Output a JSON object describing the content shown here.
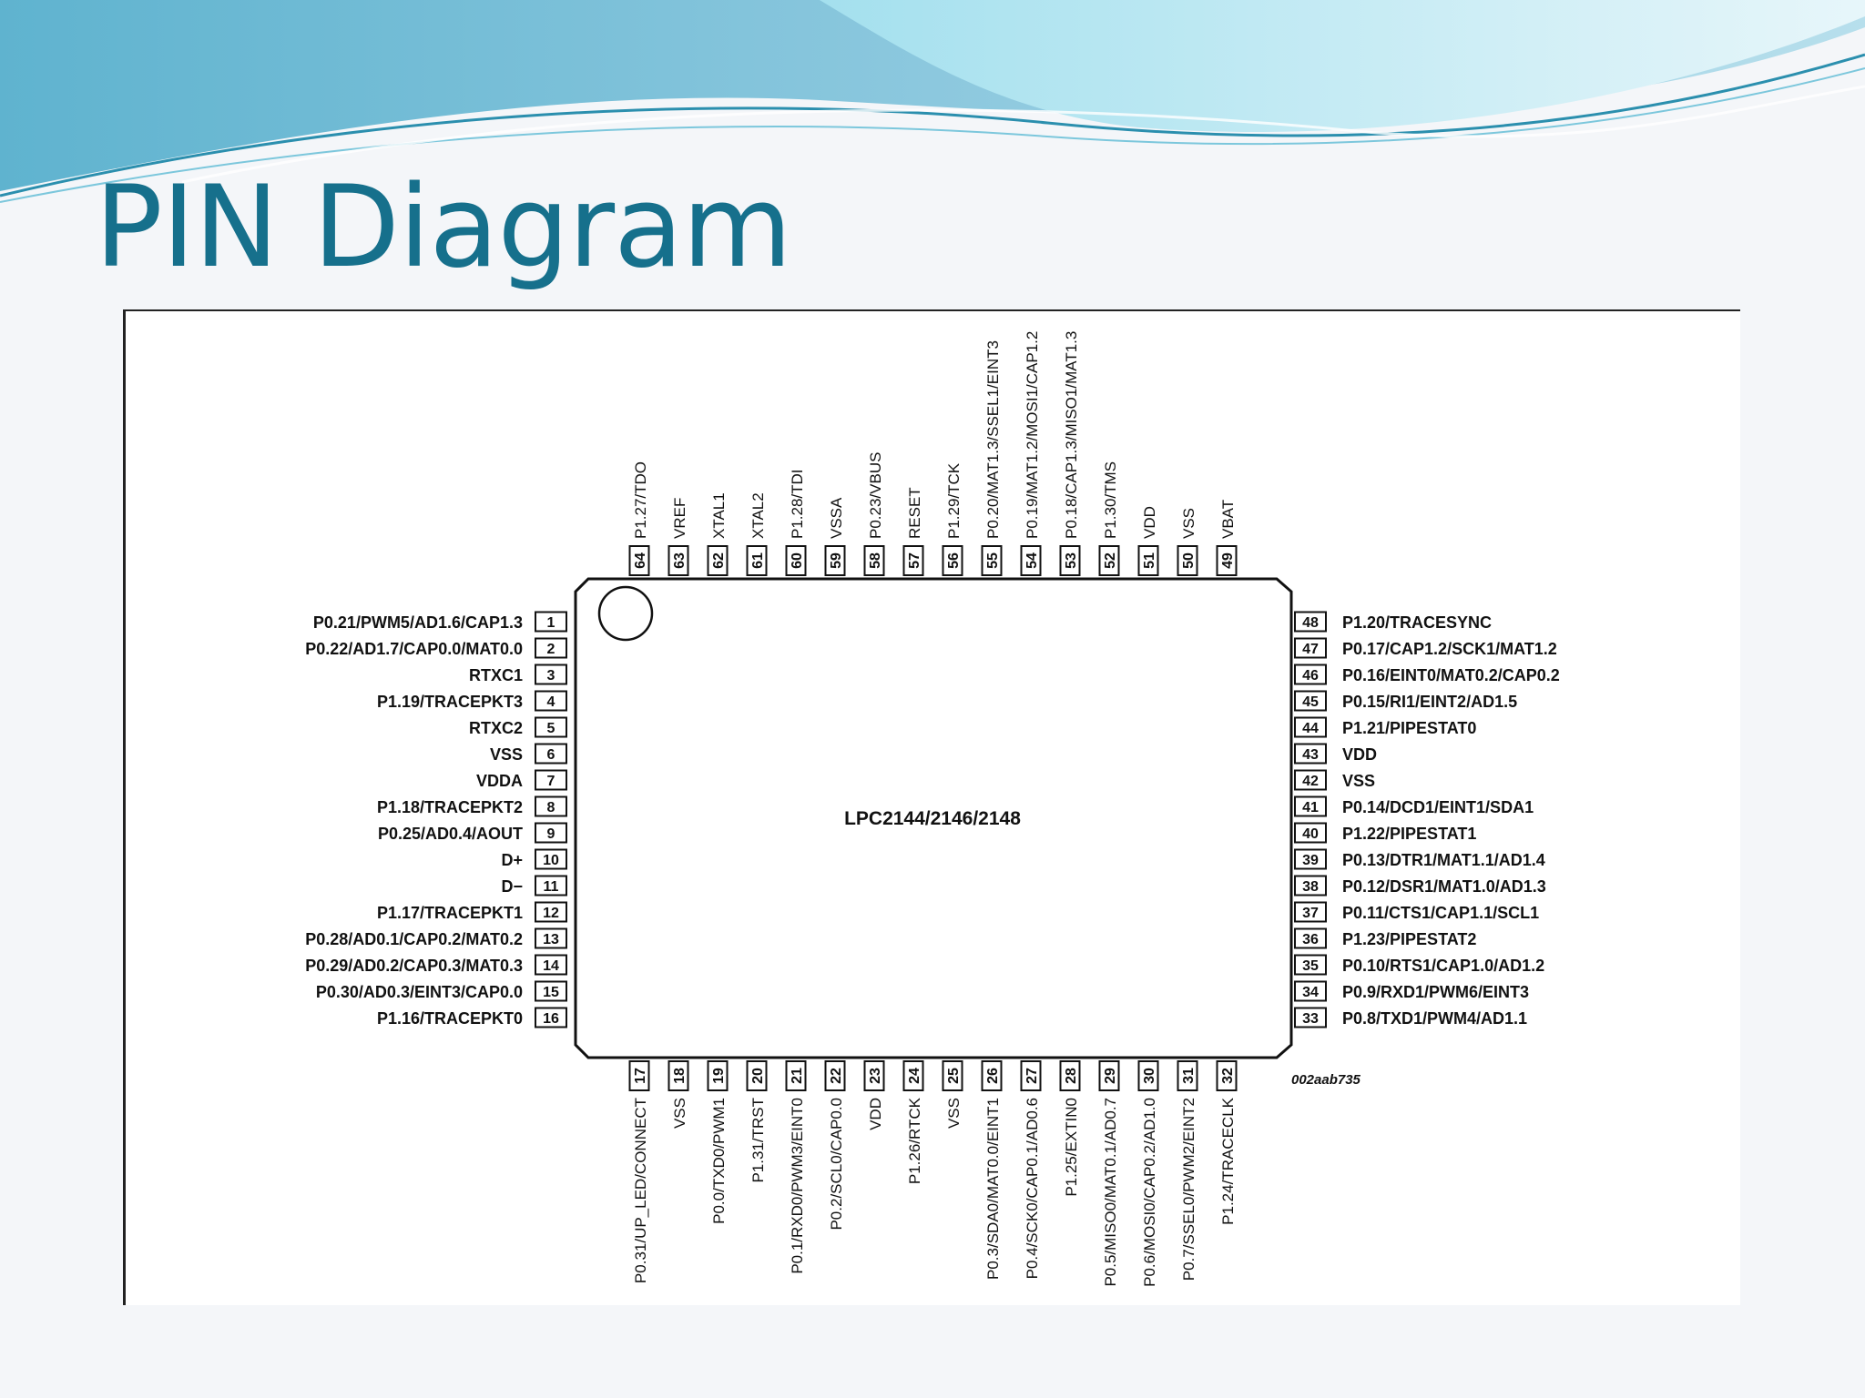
{
  "slide": {
    "title": "PIN Diagram"
  },
  "colors": {
    "title": "#16708c",
    "banner_dark": "#69b9d0",
    "banner_light": "#d4eef6",
    "background": "#f4f6f9"
  },
  "diagram": {
    "chip_name": "LPC2144/2146/2148",
    "figure_code": "002aab735",
    "pins_left": [
      {
        "num": "1",
        "label": "P0.21/PWM5/AD1.6/CAP1.3"
      },
      {
        "num": "2",
        "label": "P0.22/AD1.7/CAP0.0/MAT0.0"
      },
      {
        "num": "3",
        "label": "RTXC1"
      },
      {
        "num": "4",
        "label": "P1.19/TRACEPKT3"
      },
      {
        "num": "5",
        "label": "RTXC2"
      },
      {
        "num": "6",
        "label": "VSS"
      },
      {
        "num": "7",
        "label": "VDDA"
      },
      {
        "num": "8",
        "label": "P1.18/TRACEPKT2"
      },
      {
        "num": "9",
        "label": "P0.25/AD0.4/AOUT"
      },
      {
        "num": "10",
        "label": "D+"
      },
      {
        "num": "11",
        "label": "D−"
      },
      {
        "num": "12",
        "label": "P1.17/TRACEPKT1"
      },
      {
        "num": "13",
        "label": "P0.28/AD0.1/CAP0.2/MAT0.2"
      },
      {
        "num": "14",
        "label": "P0.29/AD0.2/CAP0.3/MAT0.3"
      },
      {
        "num": "15",
        "label": "P0.30/AD0.3/EINT3/CAP0.0"
      },
      {
        "num": "16",
        "label": "P1.16/TRACEPKT0"
      }
    ],
    "pins_right": [
      {
        "num": "48",
        "label": "P1.20/TRACESYNC"
      },
      {
        "num": "47",
        "label": "P0.17/CAP1.2/SCK1/MAT1.2"
      },
      {
        "num": "46",
        "label": "P0.16/EINT0/MAT0.2/CAP0.2"
      },
      {
        "num": "45",
        "label": "P0.15/RI1/EINT2/AD1.5"
      },
      {
        "num": "44",
        "label": "P1.21/PIPESTAT0"
      },
      {
        "num": "43",
        "label": "VDD"
      },
      {
        "num": "42",
        "label": "VSS"
      },
      {
        "num": "41",
        "label": "P0.14/DCD1/EINT1/SDA1"
      },
      {
        "num": "40",
        "label": "P1.22/PIPESTAT1"
      },
      {
        "num": "39",
        "label": "P0.13/DTR1/MAT1.1/AD1.4"
      },
      {
        "num": "38",
        "label": "P0.12/DSR1/MAT1.0/AD1.3"
      },
      {
        "num": "37",
        "label": "P0.11/CTS1/CAP1.1/SCL1"
      },
      {
        "num": "36",
        "label": "P1.23/PIPESTAT2"
      },
      {
        "num": "35",
        "label": "P0.10/RTS1/CAP1.0/AD1.2"
      },
      {
        "num": "34",
        "label": "P0.9/RXD1/PWM6/EINT3"
      },
      {
        "num": "33",
        "label": "P0.8/TXD1/PWM4/AD1.1"
      }
    ],
    "pins_top": [
      {
        "num": "64",
        "label": "P1.27/TDO"
      },
      {
        "num": "63",
        "label": "VREF"
      },
      {
        "num": "62",
        "label": "XTAL1"
      },
      {
        "num": "61",
        "label": "XTAL2"
      },
      {
        "num": "60",
        "label": "P1.28/TDI"
      },
      {
        "num": "59",
        "label": "VSSA"
      },
      {
        "num": "58",
        "label": "P0.23/VBUS"
      },
      {
        "num": "57",
        "label": "RESET"
      },
      {
        "num": "56",
        "label": "P1.29/TCK"
      },
      {
        "num": "55",
        "label": "P0.20/MAT1.3/SSEL1/EINT3"
      },
      {
        "num": "54",
        "label": "P0.19/MAT1.2/MOSI1/CAP1.2"
      },
      {
        "num": "53",
        "label": "P0.18/CAP1.3/MISO1/MAT1.3"
      },
      {
        "num": "52",
        "label": "P1.30/TMS"
      },
      {
        "num": "51",
        "label": "VDD"
      },
      {
        "num": "50",
        "label": "VSS"
      },
      {
        "num": "49",
        "label": "VBAT"
      }
    ],
    "pins_bottom": [
      {
        "num": "17",
        "label": "P0.31/UP_LED/CONNECT"
      },
      {
        "num": "18",
        "label": "VSS"
      },
      {
        "num": "19",
        "label": "P0.0/TXD0/PWM1"
      },
      {
        "num": "20",
        "label": "P1.31/TRST"
      },
      {
        "num": "21",
        "label": "P0.1/RXD0/PWM3/EINT0"
      },
      {
        "num": "22",
        "label": "P0.2/SCL0/CAP0.0"
      },
      {
        "num": "23",
        "label": "VDD"
      },
      {
        "num": "24",
        "label": "P1.26/RTCK"
      },
      {
        "num": "25",
        "label": "VSS"
      },
      {
        "num": "26",
        "label": "P0.3/SDA0/MAT0.0/EINT1"
      },
      {
        "num": "27",
        "label": "P0.4/SCK0/CAP0.1/AD0.6"
      },
      {
        "num": "28",
        "label": "P1.25/EXTIN0"
      },
      {
        "num": "29",
        "label": "P0.5/MISO0/MAT0.1/AD0.7"
      },
      {
        "num": "30",
        "label": "P0.6/MOSI0/CAP0.2/AD1.0"
      },
      {
        "num": "31",
        "label": "P0.7/SSEL0/PWM2/EINT2"
      },
      {
        "num": "32",
        "label": "P1.24/TRACECLK"
      }
    ]
  }
}
